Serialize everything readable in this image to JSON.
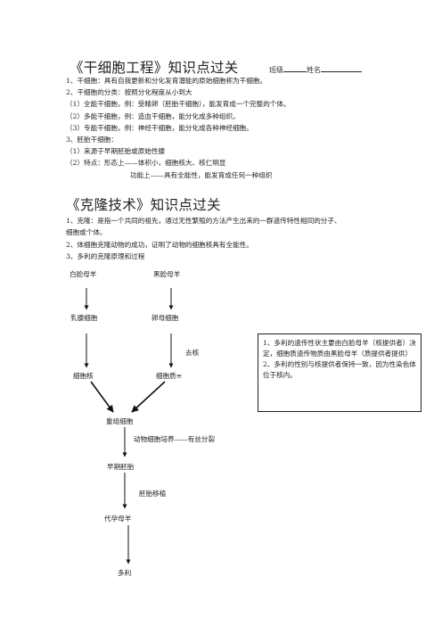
{
  "stem_cell": {
    "title": "《干细胞工程》知识点过关",
    "class_label": "班级",
    "name_label": "姓名",
    "lines": [
      "1、干细胞：具有自我更新和分化发育潜能的原始细胞称为干细胞。",
      "2、干细胞的分类：按照分化程度从小到大",
      "（1）全能干细胞，例：受精卵（胚胎干细胞），能发育成一个完整的个体。",
      "（2）多能干细胞，例：造血干细胞，能分化成多种组织。",
      "（3）专能干细胞，例：神经干细胞，能分化成各种神经细胞。",
      "3、胚胎干细胞：",
      "（1）来源于早期胚胎或原始性腺",
      "（2）特点：形态上——体积小，细胞核大、核仁明显",
      "功能上——具有全能性，能发育成任何一种组织"
    ]
  },
  "cloning": {
    "title": "《克隆技术》知识点过关",
    "lines": [
      "1、克隆：是指一个共同的祖先，通过无性繁殖的方法产生出来的一群遗传特性相同的分子、",
      "细胞或个体。",
      "2、体细胞克隆动物的成功，证明了动物的细胞核具有全能性。",
      "3、多利的克隆原理和过程"
    ]
  },
  "flow": {
    "white_sheep": "白脸母羊",
    "black_sheep": "黑脸母羊",
    "mammary_cell": "乳腺细胞",
    "egg_cell": "卵母细胞",
    "remove_nucleus": "去核",
    "nucleus": "细胞核",
    "cytoplasm": "细胞质≡",
    "recombinant_cell": "重组细胞",
    "culture": "动物细胞培养——有丝分裂",
    "early_embryo": "早期胚胎",
    "transfer": "胚胎移植",
    "surrogate": "代孕母羊",
    "dolly": "多利"
  },
  "notes": [
    "1、多利的遗传性状主要由白脸母羊（核提供者）决定，细胞质遗传物质由黑脸母羊（质提供者提供）",
    "2、多利的性别与核提供者保持一致，因为性染色体位于核内。"
  ]
}
